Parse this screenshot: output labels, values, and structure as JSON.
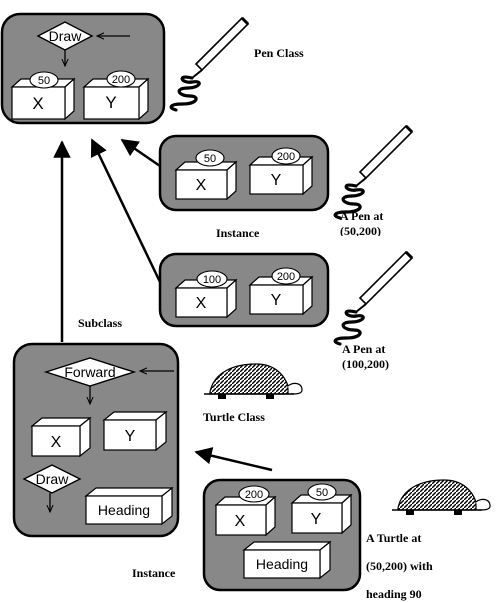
{
  "pen_class": {
    "label": "Pen Class",
    "draw_method": "Draw",
    "x": {
      "label": "X",
      "value": "50"
    },
    "y": {
      "label": "Y",
      "value": "200"
    }
  },
  "pen_instance_1": {
    "x": {
      "label": "X",
      "value": "50"
    },
    "y": {
      "label": "Y",
      "value": "200"
    },
    "caption_line1": "A Pen at",
    "caption_line2": "(50,200)"
  },
  "pen_instance_2": {
    "x": {
      "label": "X",
      "value": "100"
    },
    "y": {
      "label": "Y",
      "value": "200"
    },
    "caption_line1": "A Pen at",
    "caption_line2": "(100,200)"
  },
  "instance_label_top": "Instance",
  "subclass_label": "Subclass",
  "turtle_class": {
    "label": "Turtle Class",
    "forward_method": "Forward",
    "draw_method": "Draw",
    "x_label": "X",
    "y_label": "Y",
    "heading_label": "Heading"
  },
  "turtle_instance": {
    "x": {
      "label": "X",
      "value": "200"
    },
    "y": {
      "label": "Y",
      "value": "50"
    },
    "heading_label": "Heading",
    "caption_line1": "A Turtle at",
    "caption_line2": "(50,200) with",
    "caption_line3": "heading 90"
  },
  "instance_label_bottom": "Instance",
  "colors": {
    "panel": "#888888",
    "line": "#000000",
    "box": "#ffffff"
  }
}
